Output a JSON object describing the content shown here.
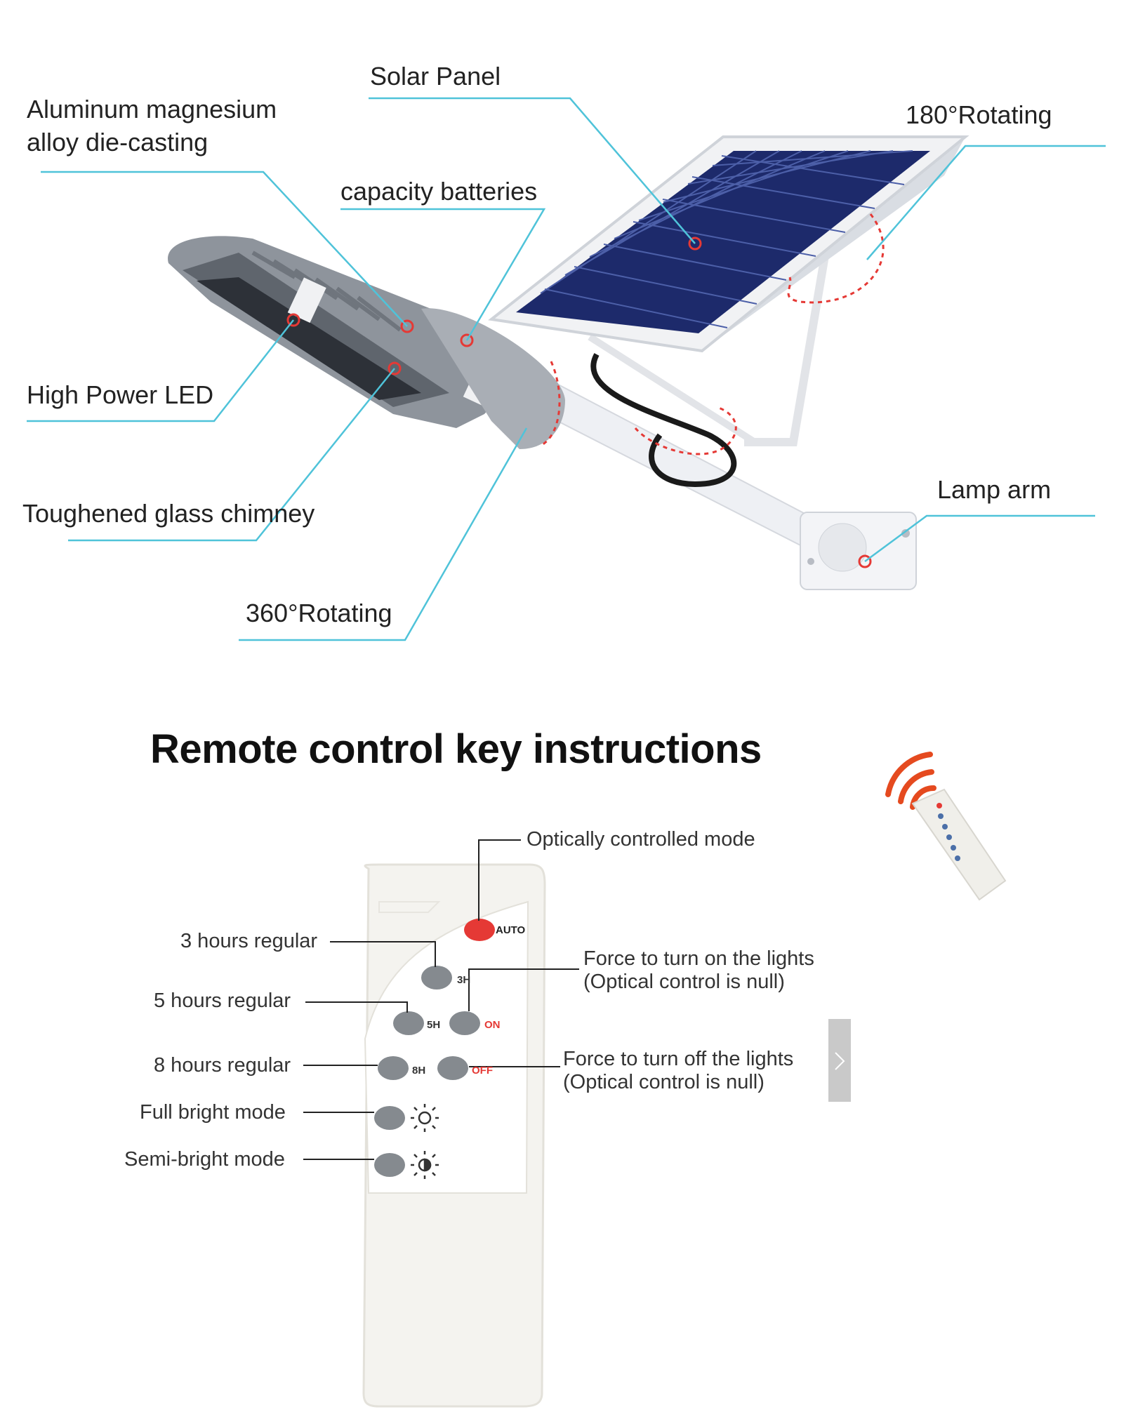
{
  "labels": {
    "solar_panel": "Solar Panel",
    "aluminum_1": "Aluminum magnesium",
    "aluminum_2": "alloy die-casting",
    "rotating_180": "180°Rotating",
    "capacity_batteries": "capacity batteries",
    "high_power_led": "High Power LED",
    "toughened_glass": "Toughened glass chimney",
    "lamp_arm": "Lamp arm",
    "rotating_360": "360°Rotating"
  },
  "remote": {
    "title": "Remote control key instructions",
    "optical_mode": "Optically controlled mode",
    "hours_3": "3 hours regular",
    "hours_5": "5 hours regular",
    "hours_8": "8 hours regular",
    "full_bright": "Full bright mode",
    "semi_bright": "Semi-bright mode",
    "force_on_1": "Force to turn on the lights",
    "force_on_2": "(Optical control is null)",
    "force_off_1": "Force to turn off the lights",
    "force_off_2": "(Optical control is null)",
    "btn_auto": "AUTO",
    "btn_3h": "3H",
    "btn_5h": "5H",
    "btn_on": "ON",
    "btn_8h": "8H",
    "btn_off": "OFF"
  },
  "colors": {
    "leader_line": "#4fc3d9",
    "accent_red": "#e53935",
    "panel_blue": "#1d2a6b"
  }
}
